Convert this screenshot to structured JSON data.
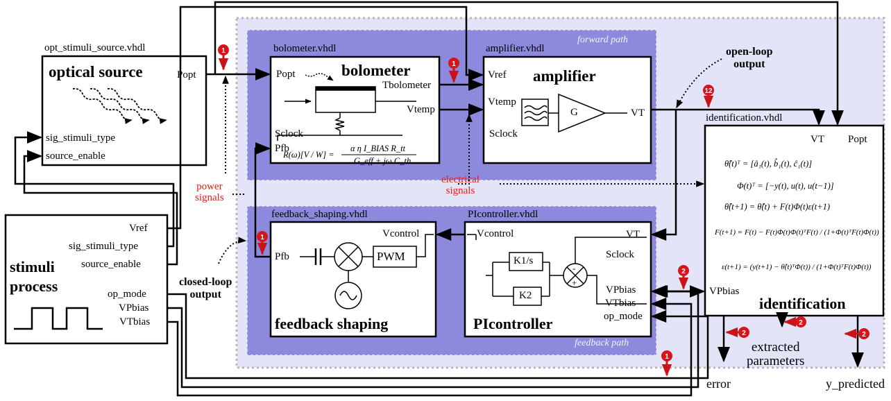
{
  "regions": {
    "forward_path": "forward path",
    "feedback_path": "feedback path"
  },
  "optical_source": {
    "file": "opt_stimuli_source.vhdl",
    "title": "optical source",
    "port_popt": "Popt",
    "port_sig": "sig_stimuli_type",
    "port_enable": "source_enable"
  },
  "stimuli": {
    "title_line1": "stimuli",
    "title_line2": "process",
    "port_vref": "Vref",
    "port_sig": "sig_stimuli_type",
    "port_enable": "source_enable",
    "port_opmode": "op_mode",
    "port_vpbias": "VPbias",
    "port_vtbias": "VTbias"
  },
  "bolometer": {
    "file": "bolometer.vhdl",
    "title": "bolometer",
    "port_popt": "Popt",
    "port_tbol": "Tbolometer",
    "port_vtemp": "Vtemp",
    "port_sclock": "Sclock",
    "port_pfb": "Pfb",
    "eq_lhs": "R(ω)[V / W] =",
    "eq_num": "α η I_BIAS R_tt",
    "eq_den": "G_eff + jω C_th"
  },
  "amplifier": {
    "file": "amplifier.vhdl",
    "title": "amplifier",
    "port_vref": "Vref",
    "port_vtemp": "Vtemp",
    "port_sclock": "Sclock",
    "port_vt": "VT",
    "gain": "G"
  },
  "feedback": {
    "file": "feedback_shaping.vhdl",
    "title": "feedback shaping",
    "port_pfb": "Pfb",
    "port_vcontrol": "Vcontrol",
    "pwm": "PWM"
  },
  "picontroller": {
    "file": "PIcontroller.vhdl",
    "title": "PIcontroller",
    "port_vcontrol": "Vcontrol",
    "port_vt": "VT",
    "port_sclock": "Sclock",
    "port_vpbias": "VPbias",
    "port_vtbias": "VTbias",
    "port_opmode": "op_mode",
    "k1": "K1/s",
    "k2": "K2",
    "minus": "-",
    "plus": "+"
  },
  "identification": {
    "file": "identification.vhdl",
    "title": "identification",
    "port_vt": "VT",
    "port_popt": "Popt",
    "port_vpbias": "VPbias",
    "eq1": "θ̂(t)ᵀ = [â₁(t), b̂₁(t), ĉ₁(t)]",
    "eq2": "Φ(t)ᵀ = [−y(t), u(t), u(t−1)]",
    "eq3": "θ̂(t+1) = θ̂(t) + F(t)Φ(t)ε(t+1)",
    "eq4": "F(t+1) = F(t) − F(t)Φ(t)Φ(t)ᵀF(t) / (1+Φ(t)ᵀF(t)Φ(t))",
    "eq5": "ε(t+1) = (y(t+1) − θ̂(t)ᵀΦ(t)) / (1+Φ(t)ᵀF(t)Φ(t))"
  },
  "annotations": {
    "open_loop": "open-loop\noutput",
    "closed_loop": "closed-loop\noutput",
    "power_signals": "power\nsignals",
    "electrical_signals": "electrical\nsignals"
  },
  "outputs": {
    "error": "error",
    "extracted": "extracted\nparameters",
    "y_predicted": "y_predicted"
  },
  "markers": {
    "m1": "1",
    "m12": "12",
    "m2": "2"
  },
  "colors": {
    "region_fill": "#e2e2f8",
    "block_fill": "#8c88dc",
    "marker_red": "#d8141a",
    "annotation_red": "#e0201a"
  }
}
